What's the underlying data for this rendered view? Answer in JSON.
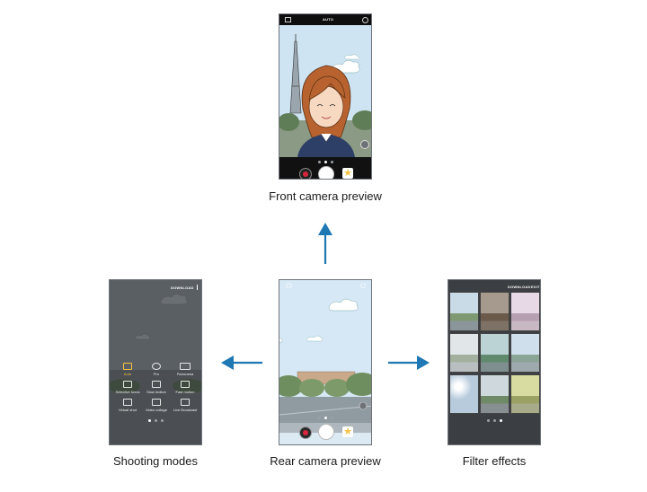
{
  "captions": {
    "front": "Front camera preview",
    "shooting": "Shooting modes",
    "rear": "Rear camera preview",
    "filter": "Filter effects"
  },
  "front_screen": {
    "top_label": "AUTO"
  },
  "shooting_screen": {
    "download_label": "DOWNLOAD",
    "modes": [
      {
        "label": "Auto",
        "icon": "camera-icon",
        "active": true
      },
      {
        "label": "Pro",
        "icon": "aperture-icon",
        "active": false
      },
      {
        "label": "Panorama",
        "icon": "panorama-icon",
        "active": false
      },
      {
        "label": "Selective focus",
        "icon": "focus-icon",
        "active": false
      },
      {
        "label": "Slow motion",
        "icon": "slow-motion-icon",
        "active": false
      },
      {
        "label": "Fast motion",
        "icon": "fast-motion-icon",
        "active": false
      },
      {
        "label": "Virtual shot",
        "icon": "virtual-shot-icon",
        "active": false
      },
      {
        "label": "Video collage",
        "icon": "collage-icon",
        "active": false
      },
      {
        "label": "Live Broadcast",
        "icon": "broadcast-icon",
        "active": false
      }
    ]
  },
  "filter_screen": {
    "download_label": "DOWNLOAD",
    "exit_label": "EXIT"
  },
  "colors": {
    "arrow": "#1f78b4",
    "record": "#d7263d",
    "star": "#f5c242",
    "sky": "#cfe4f3"
  }
}
